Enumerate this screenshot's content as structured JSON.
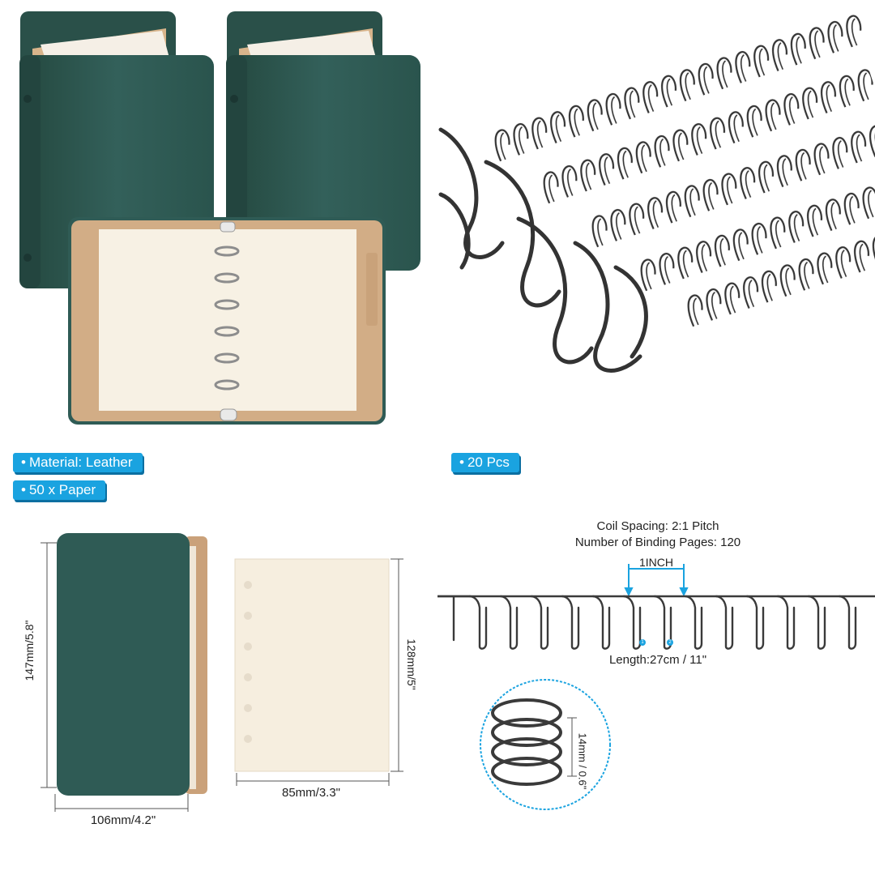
{
  "colors": {
    "accent": "#1aa3e0",
    "cover": "#2f5b55",
    "inner": "#d2ad86",
    "paper": "#f6eedf",
    "wire": "#3a3a3a"
  },
  "badges": {
    "material": "Material: Leather",
    "paper": "50 x Paper",
    "pieces": "20 Pcs",
    "bullet": "•"
  },
  "dimensions": {
    "binder_height": "147mm/5.8\"",
    "binder_width": "106mm/4.2\"",
    "paper_height": "128mm/5\"",
    "paper_width": "85mm/3.3\""
  },
  "coil_specs": {
    "spacing": "Coil Spacing: 2:1 Pitch",
    "binding_pages": "Number of Binding Pages: 120",
    "pitch": "1INCH",
    "length": "Length:27cm / 11\"",
    "diameter": "14mm / 0.6\"",
    "marker_1": "1",
    "marker_2": "2"
  }
}
